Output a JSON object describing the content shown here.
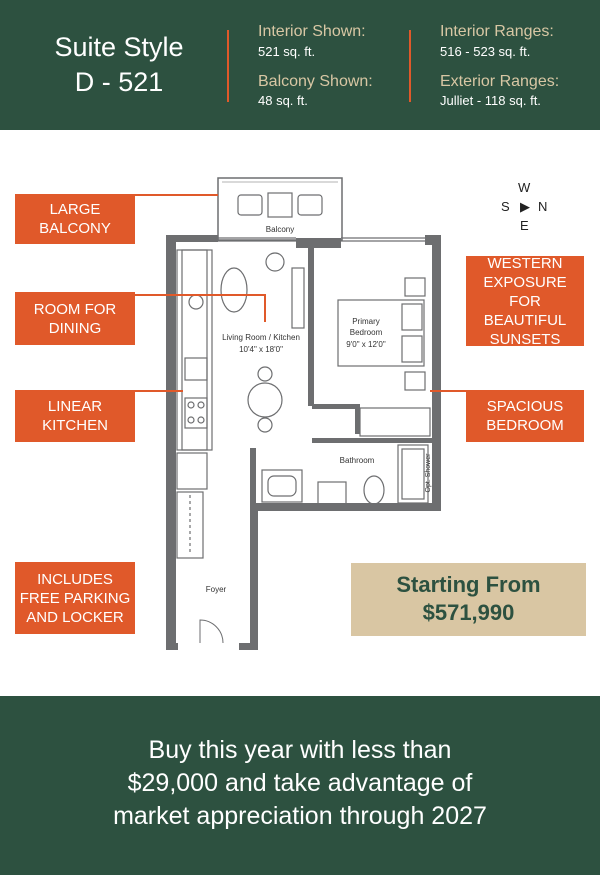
{
  "header": {
    "suite_title_line1": "Suite Style",
    "suite_title_line2": "D - 521",
    "interior_shown_label": "Interior Shown:",
    "interior_shown_value": "521 sq. ft.",
    "balcony_shown_label": "Balcony Shown:",
    "balcony_shown_value": "48 sq. ft.",
    "interior_ranges_label": "Interior Ranges:",
    "interior_ranges_value": "516 - 523 sq. ft.",
    "exterior_ranges_label": "Exterior Ranges:",
    "exterior_ranges_value": "Julliet - 118 sq. ft."
  },
  "callouts": {
    "large_balcony": "LARGE BALCONY",
    "room_for_dining": "ROOM FOR DINING",
    "linear_kitchen": "LINEAR KITCHEN",
    "includes_parking": "INCLUDES FREE PARKING AND LOCKER",
    "western_exposure": "WESTERN EXPOSURE FOR BEAUTIFUL SUNSETS",
    "spacious_bedroom": "SPACIOUS BEDROOM"
  },
  "compass": {
    "north": "N",
    "south": "S",
    "east": "E",
    "west": "W",
    "arrow": "▶"
  },
  "floorplan": {
    "balcony": "Balcony",
    "living_kitchen": "Living Room / Kitchen",
    "living_dims": "10'4\" x 18'0\"",
    "bedroom_line1": "Primary",
    "bedroom_line2": "Bedroom",
    "bedroom_dims": "9'0\" x 12'0\"",
    "bathroom": "Bathroom",
    "shower": "Opt. Shower",
    "foyer": "Foyer"
  },
  "price": {
    "line1": "Starting From",
    "line2": "$571,990"
  },
  "footer": {
    "line1": "Buy this year with less than",
    "line2": "$29,000 and take advantage of",
    "line3": "market appreciation through 2027"
  },
  "colors": {
    "green": "#2d5140",
    "orange": "#e0592a",
    "tan": "#d9c6a3",
    "wall": "#6d6e70"
  }
}
